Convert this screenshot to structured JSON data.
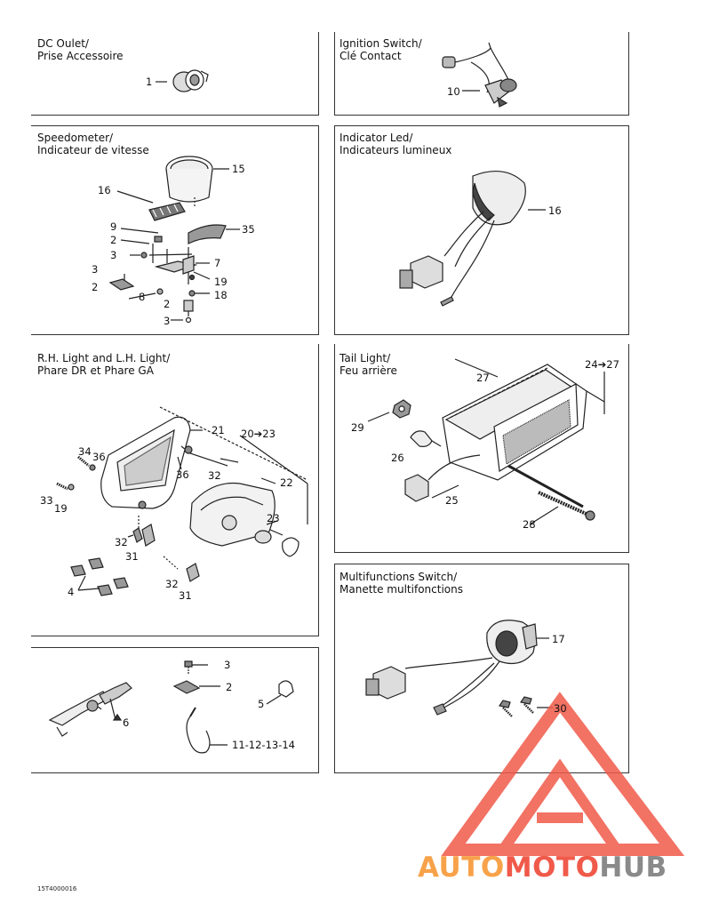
{
  "panels": {
    "dc_outlet": {
      "title_en": "DC Oulet/",
      "title_fr": "Prise Accessoire",
      "labels": {
        "p1": "1"
      }
    },
    "ignition": {
      "title_en": "Ignition Switch/",
      "title_fr": "Clé Contact",
      "labels": {
        "p10": "10"
      }
    },
    "speedometer": {
      "title_en": "Speedometer/",
      "title_fr": "Indicateur de vitesse",
      "labels": {
        "p15": "15",
        "p16": "16",
        "p9": "9",
        "p2a": "2",
        "p3a": "3",
        "p3b": "3",
        "p2b": "2",
        "p8": "8",
        "p2c": "2",
        "p3c": "3",
        "p35": "35",
        "p7": "7",
        "p19": "19",
        "p18": "18"
      }
    },
    "indicator": {
      "title_en": "Indicator Led/",
      "title_fr": "Indicateurs lumineux",
      "labels": {
        "p16": "16"
      }
    },
    "rh_light": {
      "title_en": "R.H. Light and L.H. Light/",
      "title_fr": "Phare DR et Phare GA",
      "labels": {
        "p21": "21",
        "p20_23": "20➔23",
        "p34": "34",
        "p36a": "36",
        "p36b": "36",
        "p32a": "32",
        "p22": "22",
        "p33": "33",
        "p19": "19",
        "p23": "23",
        "p32b": "32",
        "p31a": "31",
        "p32c": "32",
        "p31b": "31",
        "p4": "4"
      }
    },
    "tail_light": {
      "title_en": "Tail Light/",
      "title_fr": "Feu arrière",
      "labels": {
        "p27": "27",
        "p24_27": "24➔27",
        "p29": "29",
        "p26": "26",
        "p25": "25",
        "p28": "28"
      }
    },
    "misc": {
      "labels": {
        "p3": "3",
        "p2": "2",
        "p5": "5",
        "p6": "6",
        "p11_14": "11-12-13-14"
      }
    },
    "multifunction": {
      "title_en": "Multifunctions Switch/",
      "title_fr": "Manette multifonctions",
      "labels": {
        "p17": "17",
        "p30": "30"
      }
    }
  },
  "footer": {
    "code": "15T4000016"
  },
  "watermark": {
    "auto": "AUTO",
    "moto": "MOTO",
    "hub": "HUB",
    "color_red": "#f05a4a",
    "color_orange": "#f7a24a",
    "color_gray": "#8a8a8a"
  }
}
